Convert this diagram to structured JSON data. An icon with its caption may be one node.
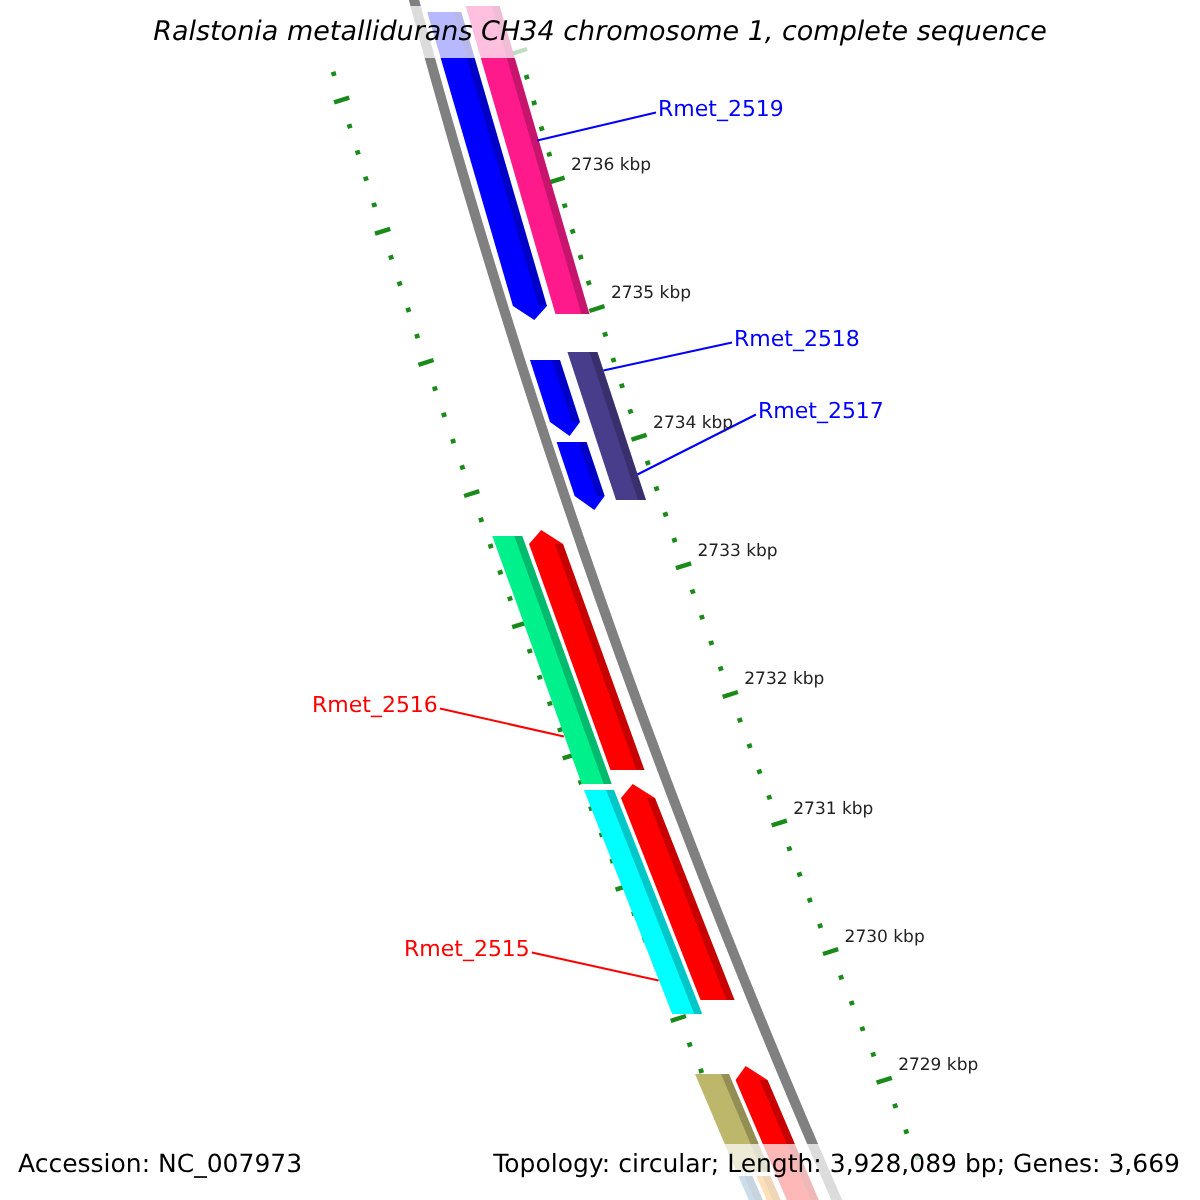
{
  "diagram": {
    "title": "Ralstonia metallidurans CH34 chromosome 1, complete sequence",
    "nodes": [
      {
        "text": [],
        "shape": "bar"
      },
      {
        "text": [],
        "shape": "bar"
      },
      {
        "text": [
          "Rmet_2519"
        ]
      },
      {
        "text": [],
        "shape": "bar"
      },
      {
        "text": [
          "Rmet_2518"
        ]
      },
      {
        "text": [],
        "shape": "bar"
      },
      {
        "text": [],
        "shape": "bar"
      },
      {
        "text": [
          "Rmet_2517"
        ]
      },
      {
        "text": [],
        "shape": "bar"
      },
      {
        "text": [],
        "shape": "bar"
      },
      {
        "text": [
          "Rmet_2516"
        ]
      },
      {
        "text": [],
        "shape": "bar"
      },
      {
        "text": [],
        "shape": "bar"
      },
      {
        "text": [
          "Rmet_2515"
        ]
      },
      {
        "text": [],
        "shape": "bar"
      },
      {
        "text": [],
        "shape": "bar"
      },
      {
        "text": [],
        "shape": "bar"
      },
      {
        "text": [],
        "shape": "bar"
      }
    ],
    "edges": [
      {
        "from": 2,
        "to": 1,
        "arrow": "none"
      },
      {
        "from": 4,
        "to": 3,
        "arrow": "none"
      },
      {
        "from": 7,
        "to": 3,
        "arrow": "none"
      },
      {
        "from": 10,
        "to": 9,
        "arrow": "none",
        "color": "#ff0000"
      },
      {
        "from": 13,
        "to": 11,
        "arrow": "none",
        "color": "#ff0000"
      }
    ],
    "labels": [
      "2736 kbp",
      "2735 kbp",
      "2734 kbp",
      "2733 kbp",
      "2732 kbp",
      "2731 kbp",
      "2730 kbp",
      "2729 kbp",
      "Accession: NC_007973",
      "Topology: circular; Length: 3,928,089 bp; Genes: 3,669"
    ]
  }
}
